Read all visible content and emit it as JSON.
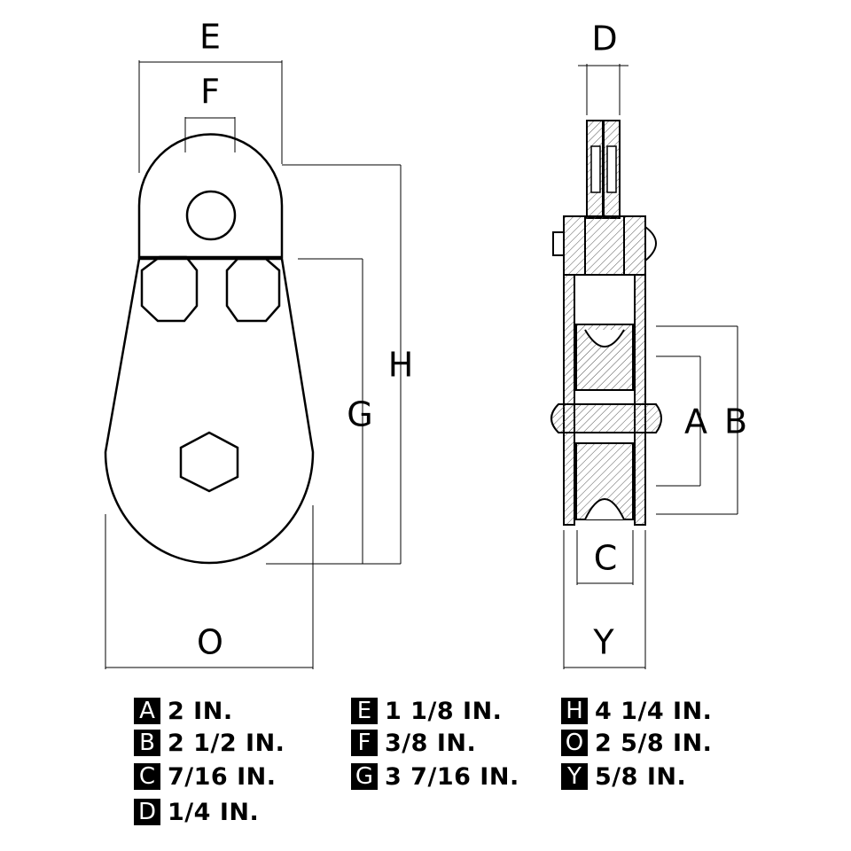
{
  "dimension_labels": {
    "E": "E",
    "F": "F",
    "D": "D",
    "H": "H",
    "G": "G",
    "A": "A",
    "B": "B",
    "C": "C",
    "O": "O",
    "Y": "Y"
  },
  "legend": {
    "A": {
      "key": "A",
      "value": "2 IN."
    },
    "B": {
      "key": "B",
      "value": "2 1/2 IN."
    },
    "C": {
      "key": "C",
      "value": "7/16 IN."
    },
    "D": {
      "key": "D",
      "value": "1/4 IN."
    },
    "E": {
      "key": "E",
      "value": "1 1/8 IN."
    },
    "F": {
      "key": "F",
      "value": "3/8 IN."
    },
    "G": {
      "key": "G",
      "value": "3 7/16 IN."
    },
    "H": {
      "key": "H",
      "value": "4 1/4 IN."
    },
    "O": {
      "key": "O",
      "value": "2 5/8 IN."
    },
    "Y": {
      "key": "Y",
      "value": "5/8 IN."
    }
  }
}
